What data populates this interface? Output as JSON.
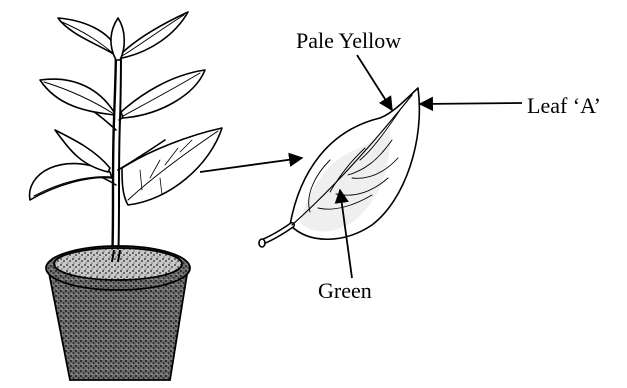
{
  "labels": {
    "pale_yellow": "Pale Yellow",
    "leaf_a": "Leaf ‘A’",
    "green": "Green"
  },
  "colors": {
    "ink": "#000000",
    "background": "#ffffff"
  }
}
